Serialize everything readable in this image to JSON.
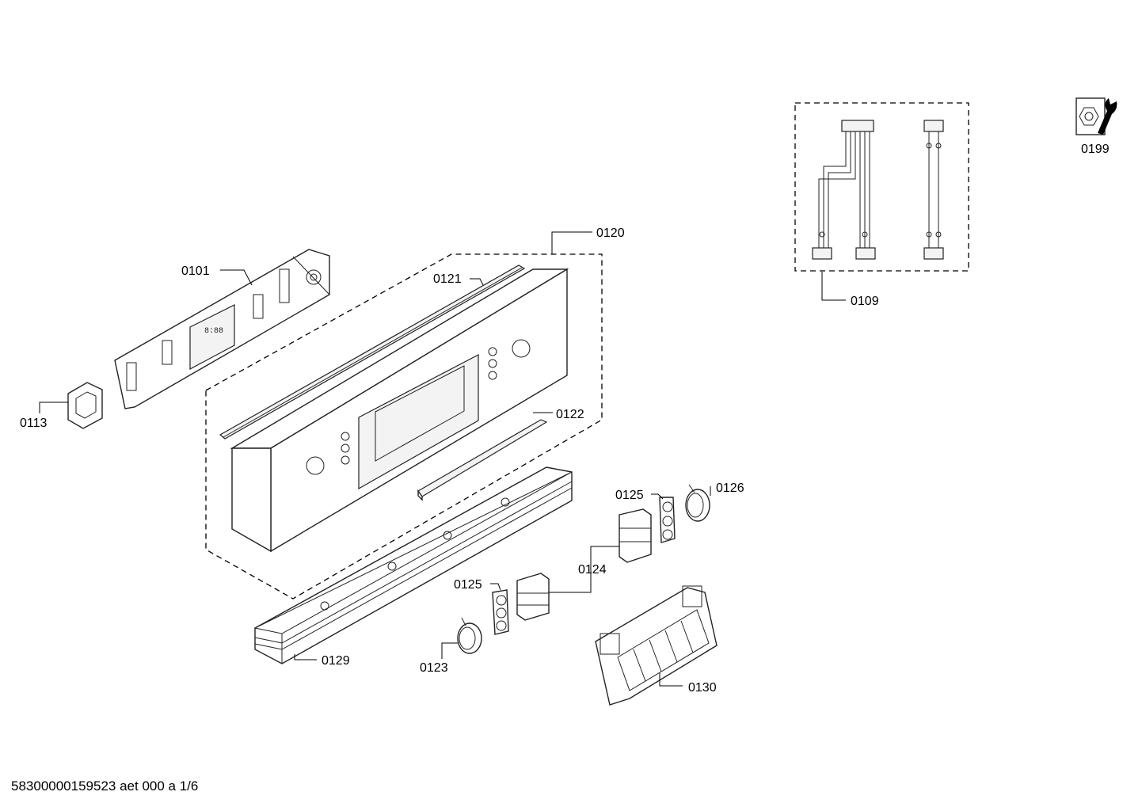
{
  "parts": {
    "p0101": "0101",
    "p0109": "0109",
    "p0113": "0113",
    "p0120": "0120",
    "p0121": "0121",
    "p0122": "0122",
    "p0123": "0123",
    "p0124": "0124",
    "p0125a": "0125",
    "p0125b": "0125",
    "p0126": "0126",
    "p0129": "0129",
    "p0130": "0130",
    "p0199": "0199"
  },
  "footer": {
    "document_code": "58300000159523 aet 000 a 1/6"
  },
  "icons": {
    "service_tool": "wrench-nut-icon"
  }
}
